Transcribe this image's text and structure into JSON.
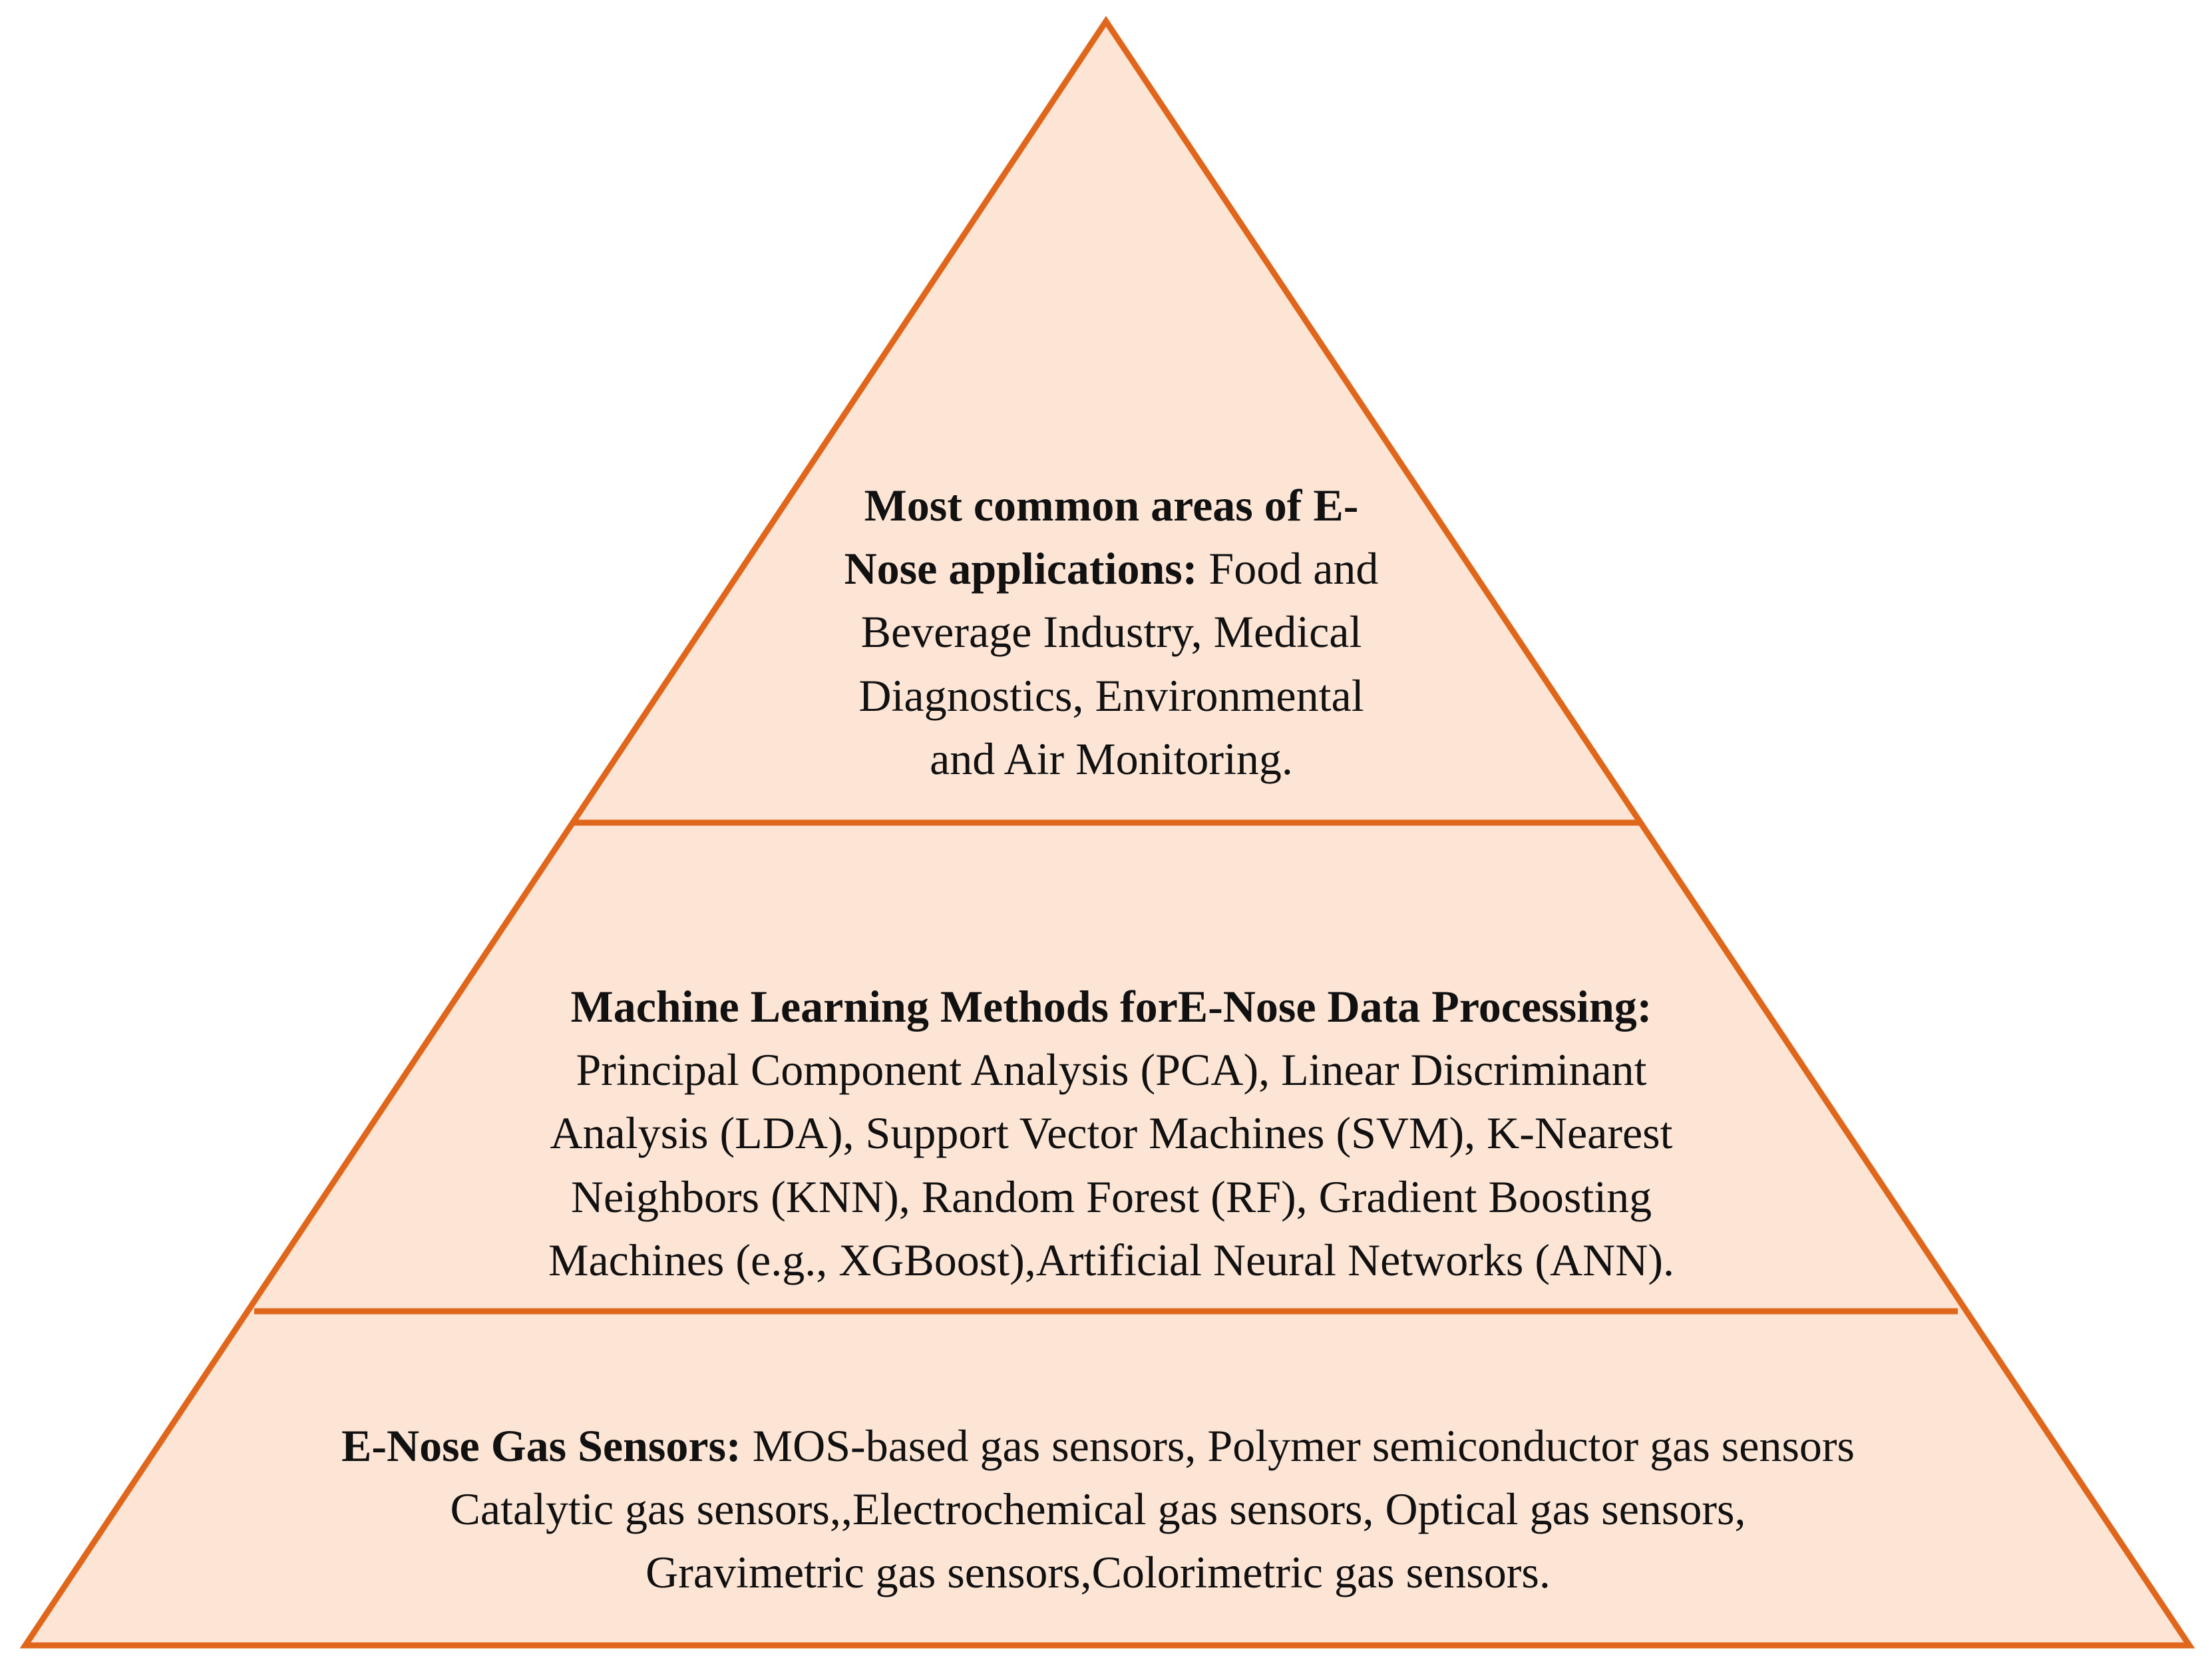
{
  "colors": {
    "fill": "#fde5d6",
    "stroke": "#e0661b",
    "text": "#111111"
  },
  "tiers": [
    {
      "id": "top",
      "heading_lines": [
        "Most common areas of E-",
        "Nose applications:"
      ],
      "lines": [
        "Most common areas of E-",
        "Nose applications: Food and",
        "Beverage Industry,  Medical",
        "Diagnostics, Environmental",
        "and Air Monitoring."
      ]
    },
    {
      "id": "middle",
      "heading_lines": [
        "Machine Learning Methods forE-Nose Data Processing:"
      ],
      "lines": [
        "Machine Learning Methods forE-Nose Data Processing:",
        "Principal Component Analysis (PCA), Linear Discriminant",
        "Analysis (LDA), Support Vector Machines (SVM), K-Nearest",
        "Neighbors (KNN), Random Forest (RF), Gradient Boosting",
        "Machines (e.g., XGBoost),Artificial Neural Networks (ANN)."
      ]
    },
    {
      "id": "bottom",
      "heading_lines": [
        "E-Nose Gas Sensors:"
      ],
      "lines": [
        "E-Nose Gas Sensors: MOS-based gas sensors, Polymer semiconductor gas sensors",
        "Catalytic gas sensors,,Electrochemical gas sensors, Optical gas sensors,",
        "Gravimetric gas sensors,Colorimetric gas sensors."
      ]
    }
  ],
  "top_tier": {
    "heading_line1": "Most common areas of E-",
    "heading_line2": "Nose applications:",
    "line2_rest": " Food and",
    "line3": "Beverage Industry,  Medical",
    "line4": "Diagnostics, Environmental",
    "line5": "and Air Monitoring."
  },
  "middle_tier": {
    "heading": "Machine Learning Methods forE-Nose Data Processing:",
    "line2": "Principal Component Analysis (PCA), Linear Discriminant",
    "line3": "Analysis (LDA), Support Vector Machines (SVM), K-Nearest",
    "line4": "Neighbors (KNN), Random Forest (RF), Gradient Boosting",
    "line5": "Machines (e.g., XGBoost),Artificial Neural Networks (ANN)."
  },
  "bottom_tier": {
    "heading": "E-Nose Gas Sensors:",
    "line1_rest": " MOS-based gas sensors, Polymer semiconductor gas sensors",
    "line2": "Catalytic gas sensors,,Electrochemical gas sensors, Optical gas sensors,",
    "line3": "Gravimetric gas sensors,Colorimetric gas sensors."
  }
}
